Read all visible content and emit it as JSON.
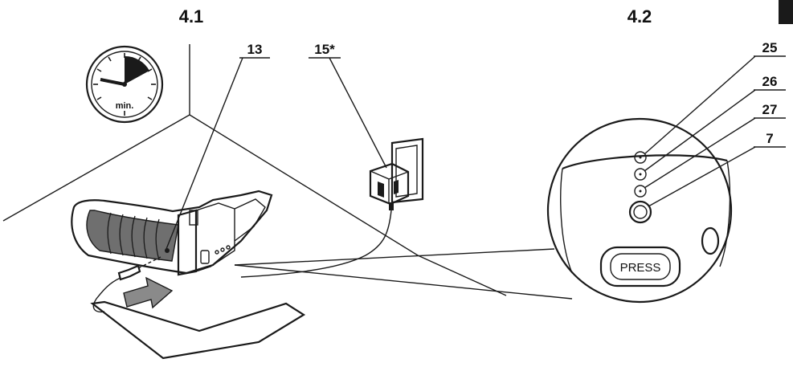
{
  "figures": [
    {
      "id": "4.1",
      "label": "4.1"
    },
    {
      "id": "4.2",
      "label": "4.2"
    }
  ],
  "parts": [
    {
      "id": "13",
      "label": "13"
    },
    {
      "id": "15",
      "label": "15*"
    },
    {
      "id": "25",
      "label": "25"
    },
    {
      "id": "26",
      "label": "26"
    },
    {
      "id": "27",
      "label": "27"
    },
    {
      "id": "7",
      "label": "7"
    }
  ],
  "clock": {
    "unit_label": "min."
  },
  "button": {
    "label": "PRESS"
  },
  "colors": {
    "ink": "#1a1a1a",
    "grip": "#6f6f6f",
    "arrow": "#8a8a8a",
    "background": "#ffffff"
  }
}
